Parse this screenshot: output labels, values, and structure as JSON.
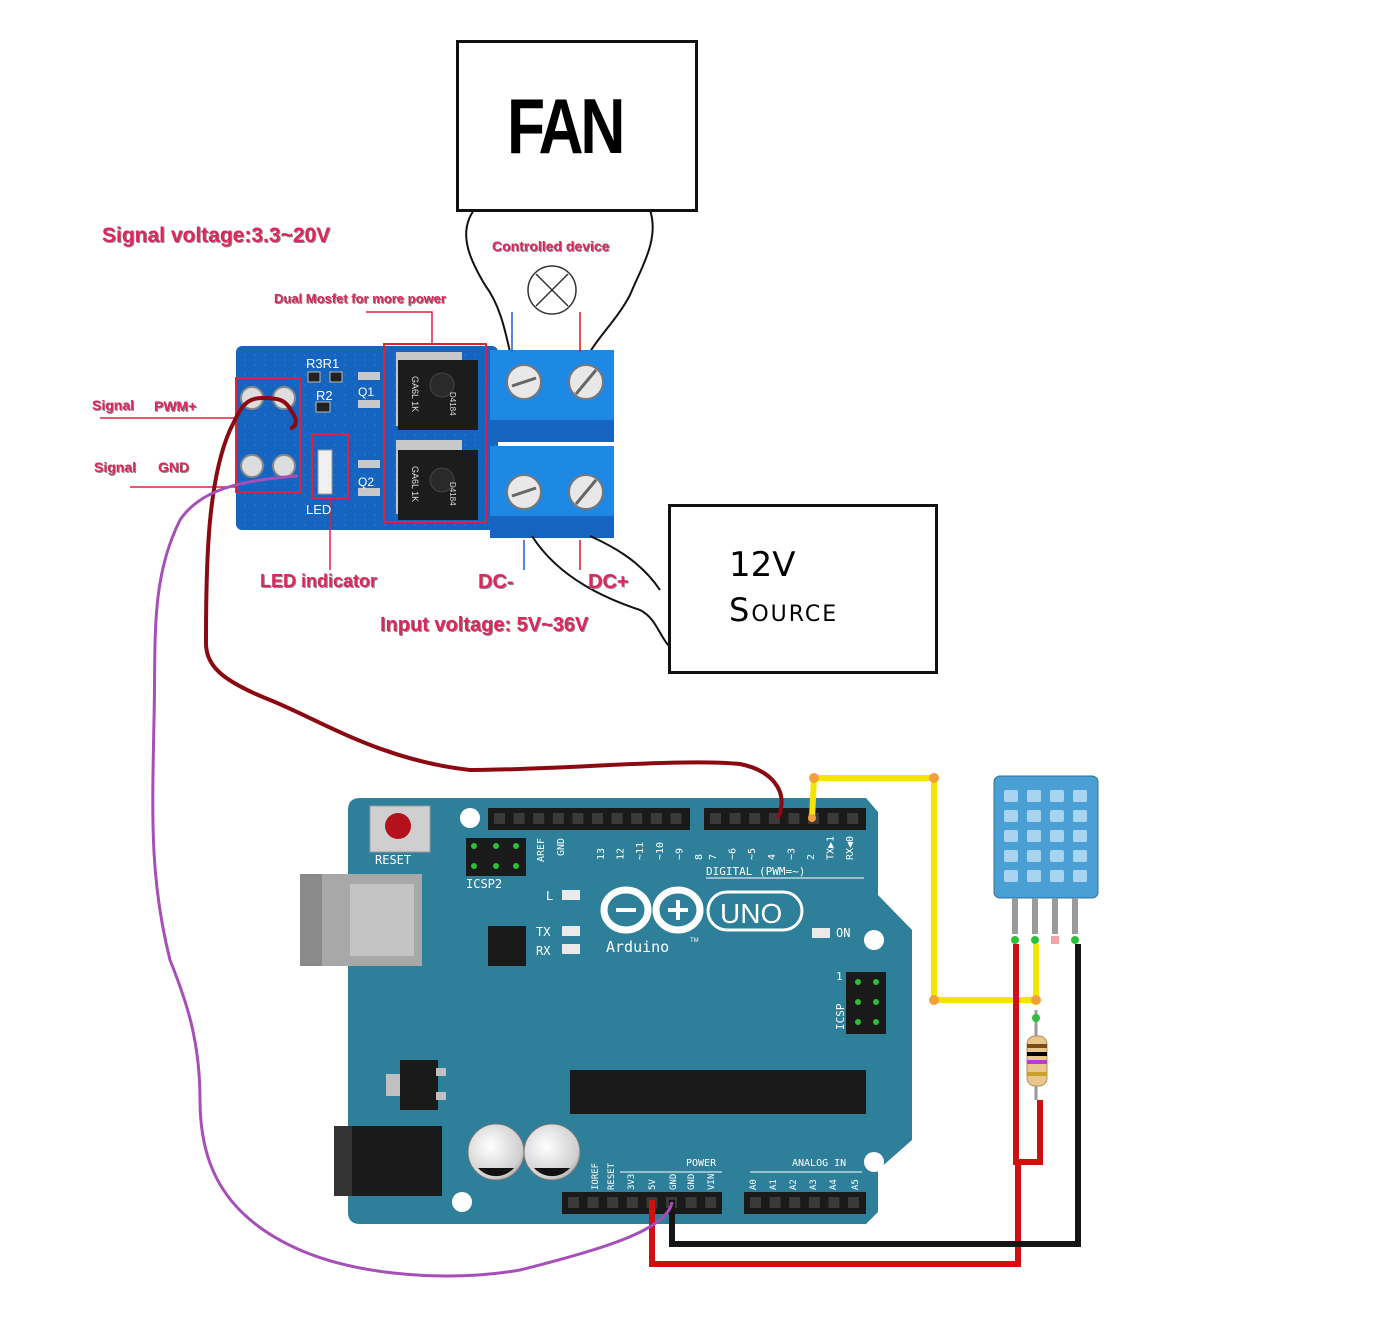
{
  "boxes": {
    "fan": "FAN",
    "source_line1": "12V",
    "source_line2": "Source"
  },
  "module": {
    "signal_voltage": "Signal voltage:3.3~20V",
    "controlled_device": "Controlled device",
    "dual_mosfet": "Dual Mosfet for more power",
    "signal_pwm_a": "Signal",
    "signal_pwm_b": "PWM+",
    "signal_gnd_a": "Signal",
    "signal_gnd_b": "GND",
    "led_indicator": "LED indicator",
    "dc_minus": "DC-",
    "dc_plus": "DC+",
    "input_voltage": "Input voltage: 5V~36V",
    "silk_r3r1": "R3R1",
    "silk_r2": "R2",
    "silk_q1": "Q1",
    "silk_q2": "Q2",
    "silk_led": "LED",
    "mosfet_mark1": "GA6L 1K",
    "mosfet_mark2": "D4184"
  },
  "arduino": {
    "reset": "RESET",
    "icsp2": "ICSP2",
    "icsp": "ICSP",
    "aref": "AREF",
    "gnd_top": "GND",
    "digital": "DIGITAL (PWM=~)",
    "d_pins": [
      "13",
      "12",
      "~11",
      "~10",
      "~9",
      "8",
      "7",
      "~6",
      "~5",
      "4",
      "~3",
      "2",
      "TX▶1",
      "RX◀0"
    ],
    "led_l": "L",
    "tx": "TX",
    "rx": "RX",
    "on": "ON",
    "uno": "UNO",
    "brand": "Arduino",
    "tm": "TM",
    "icsp_1": "1",
    "power": "POWER",
    "power_pins": [
      "IOREF",
      "RESET",
      "3V3",
      "5V",
      "GND",
      "GND",
      "VIN"
    ],
    "analog_in": "ANALOG IN",
    "analog_pins": [
      "A0",
      "A1",
      "A2",
      "A3",
      "A4",
      "A5"
    ]
  },
  "colors": {
    "board": "#2e7f99",
    "module_pcb": "#1565c0",
    "terminal": "#1e88e5",
    "label_red": "#e0245e",
    "wire_pwm": "#8b0a12",
    "wire_gnd": "#a64fb8",
    "wire_data": "#f5e400",
    "wire_5v": "#d10f0f",
    "wire_ground": "#151515",
    "sensor": "#4a9fd5"
  }
}
